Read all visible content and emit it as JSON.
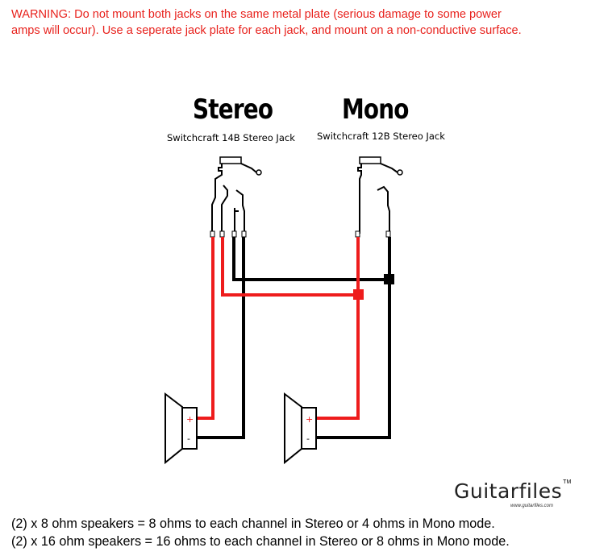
{
  "warning": {
    "line1": "WARNING: Do not mount both jacks on the same metal plate (serious damage to some power",
    "line2": "amps will occur). Use a seperate jack plate for each jack, and mount on a non-conductive surface."
  },
  "stereo": {
    "title": "Stereo",
    "subtitle": "Switchcraft 14B Stereo Jack"
  },
  "mono": {
    "title": "Mono",
    "subtitle": "Switchcraft 12B Stereo Jack"
  },
  "speaker_left": {
    "plus": "+",
    "minus": "-"
  },
  "speaker_right": {
    "plus": "+",
    "minus": "-"
  },
  "logo": {
    "text": "Guitarfiles",
    "tm": "TM",
    "url": "www.guitarfiles.com"
  },
  "notes": {
    "line1": "(2) x 8 ohm speakers = 8 ohms to each channel in Stereo or 4 ohms in Mono mode.",
    "line2": "(2) x 16 ohm speakers = 16 ohms to each channel in Stereo or 8 ohms in Mono mode."
  },
  "colors": {
    "warning": "#e8221d",
    "positive_wire": "#ee1c1c",
    "ground_wire": "#000000"
  }
}
